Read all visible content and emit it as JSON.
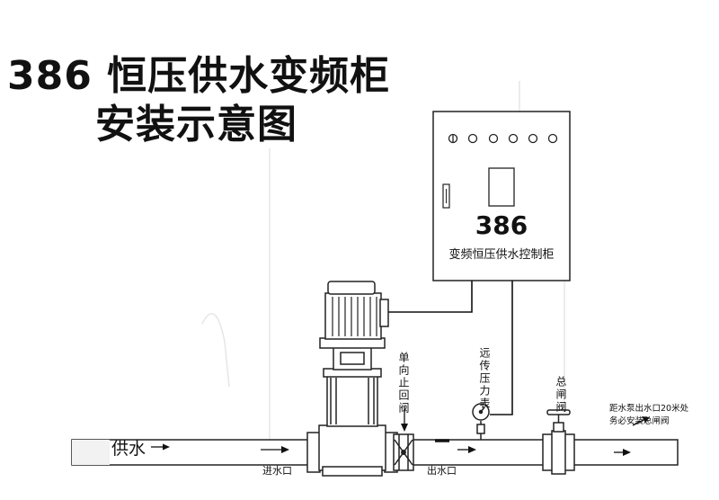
{
  "title": {
    "line1": "386 恒压供水变频柜",
    "line2": "安装示意图"
  },
  "cabinet": {
    "model": "386",
    "name": "变频恒压供水控制柜"
  },
  "labels": {
    "supply": "供水",
    "inlet": "进水口",
    "outlet": "出水口",
    "check_valve": "单向止回阀",
    "pressure_gauge": "远传压力表",
    "main_valve": "总闸阀",
    "note_line1": "距水泵出水口20米处",
    "note_line2": "务必安装总闸阀"
  }
}
